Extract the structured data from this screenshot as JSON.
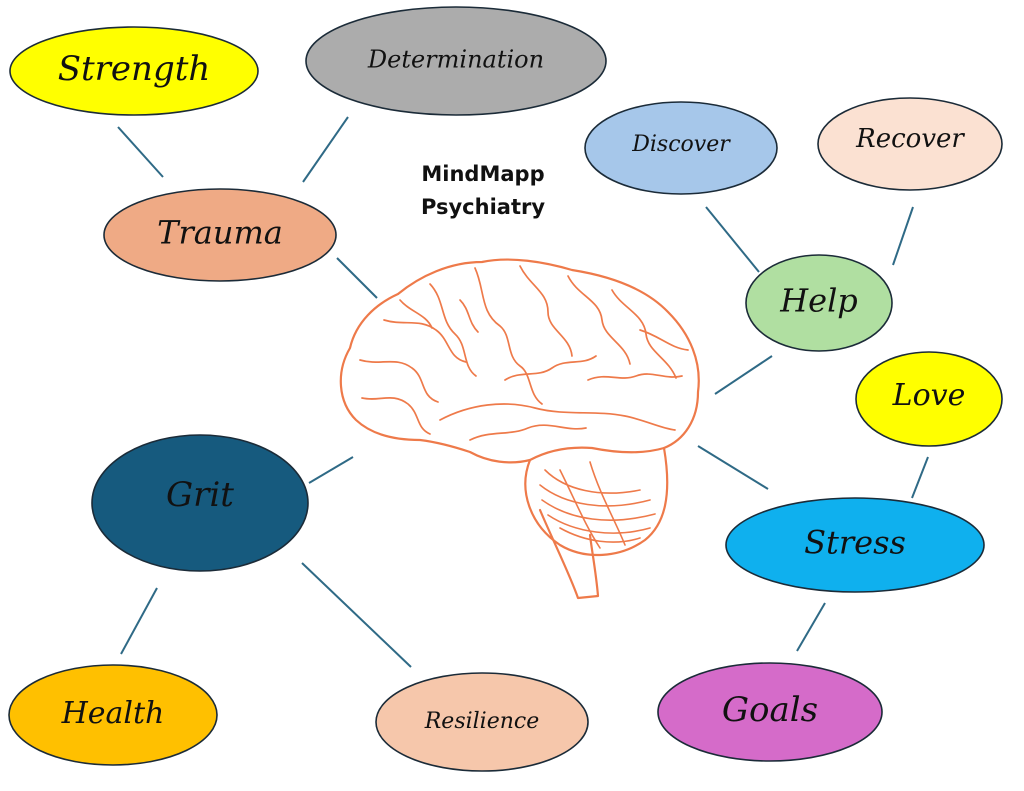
{
  "title": {
    "line1": "MindMapp",
    "line2": "Psychiatry"
  },
  "brain_color": "#ee7a4a",
  "connector_color": "#2f6a86",
  "nodes": {
    "strength": {
      "label": "Strength",
      "color": "#ffff00"
    },
    "determination": {
      "label": "Determination",
      "color": "#acacac"
    },
    "trauma": {
      "label": "Trauma",
      "color": "#efaa85"
    },
    "discover": {
      "label": "Discover",
      "color": "#a6c7ea"
    },
    "recover": {
      "label": "Recover",
      "color": "#fbe1d2"
    },
    "help": {
      "label": "Help",
      "color": "#b0dfa1"
    },
    "love": {
      "label": "Love",
      "color": "#ffff00"
    },
    "grit": {
      "label": "Grit",
      "color": "#165a7e"
    },
    "stress": {
      "label": "Stress",
      "color": "#0fb0ee"
    },
    "health": {
      "label": "Health",
      "color": "#ffc000"
    },
    "resilience": {
      "label": "Resilience",
      "color": "#f6c7ab"
    },
    "goals": {
      "label": "Goals",
      "color": "#d56bc9"
    }
  }
}
